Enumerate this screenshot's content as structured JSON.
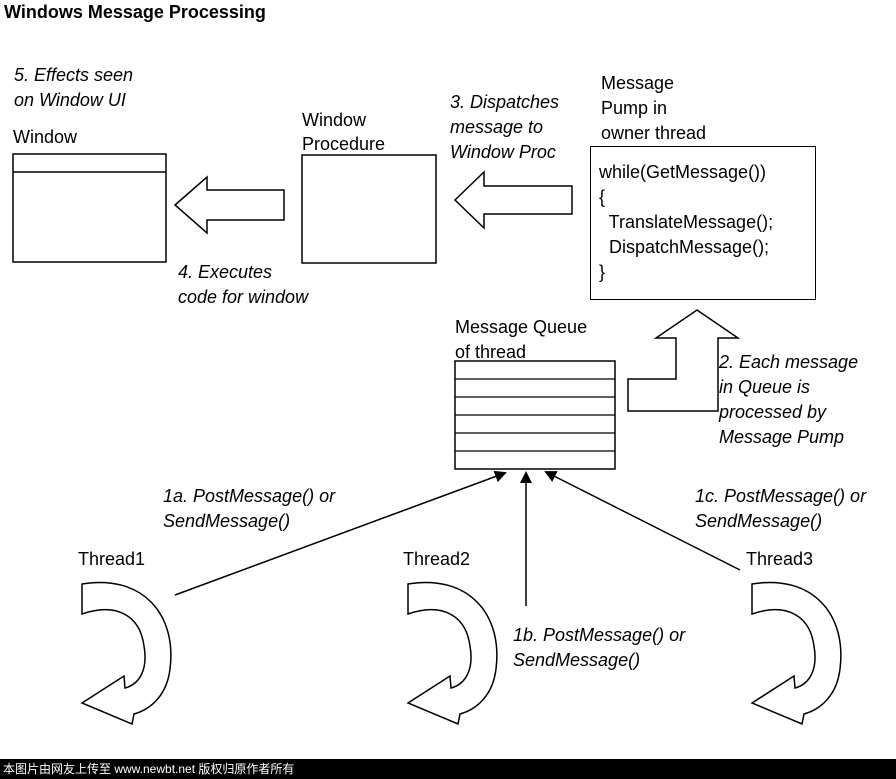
{
  "title": "Windows Message Processing",
  "window": {
    "label": "Window"
  },
  "step5": {
    "line1": "5. Effects seen",
    "line2": "on Window UI"
  },
  "procedure": {
    "line1": "Window",
    "line2": "Procedure"
  },
  "step4": {
    "line1": "4. Executes",
    "line2": "code for window"
  },
  "step3": {
    "line1": "3. Dispatches",
    "line2": "message to",
    "line3": "Window Proc"
  },
  "pump": {
    "line1": "Message",
    "line2": "Pump in",
    "line3": "owner thread"
  },
  "code": {
    "line1": "while(GetMessage())",
    "line2": "{",
    "line3": "  TranslateMessage();",
    "line4": "  DispatchMessage();",
    "line5": "}"
  },
  "queue": {
    "line1": "Message Queue",
    "line2": "of thread"
  },
  "step2": {
    "line1": "2. Each message",
    "line2": "in Queue is",
    "line3": "processed by",
    "line4": "Message Pump"
  },
  "step1a": {
    "line1": "1a. PostMessage() or",
    "line2": "SendMessage()"
  },
  "step1b": {
    "line1": "1b. PostMessage() or",
    "line2": "SendMessage()"
  },
  "step1c": {
    "line1": "1c. PostMessage() or",
    "line2": "SendMessage()"
  },
  "threads": {
    "t1": "Thread1",
    "t2": "Thread2",
    "t3": "Thread3"
  },
  "footer": "本图片由网友上传至 www.newbt.net 版权归原作者所有"
}
